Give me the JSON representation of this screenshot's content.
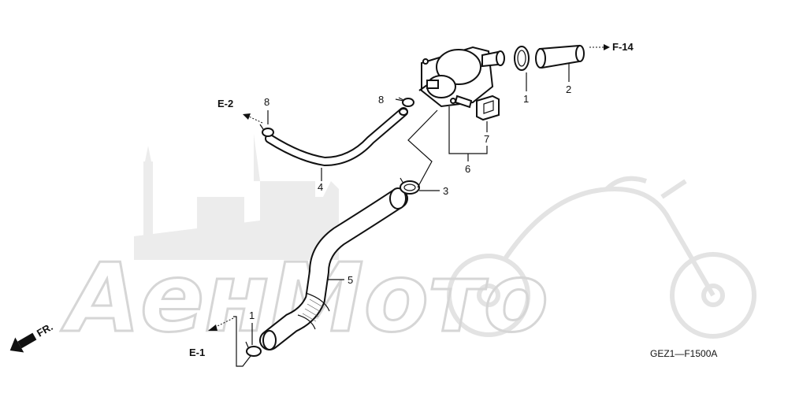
{
  "watermark": {
    "text": "АенМото"
  },
  "drawing_code": "GEZ1—F1500A",
  "direction": {
    "label": "FR."
  },
  "references": {
    "e1": "E-1",
    "e2": "E-2",
    "f14": "F-14"
  },
  "callouts": {
    "c1_top": "1",
    "c2": "2",
    "c8_left": "8",
    "c8_mid": "8",
    "c7": "7",
    "c6": "6",
    "c4": "4",
    "c3": "3",
    "c5": "5",
    "c1_bottom": "1"
  },
  "icons": [
    "arrow-icon",
    "fr-arrow-icon"
  ]
}
